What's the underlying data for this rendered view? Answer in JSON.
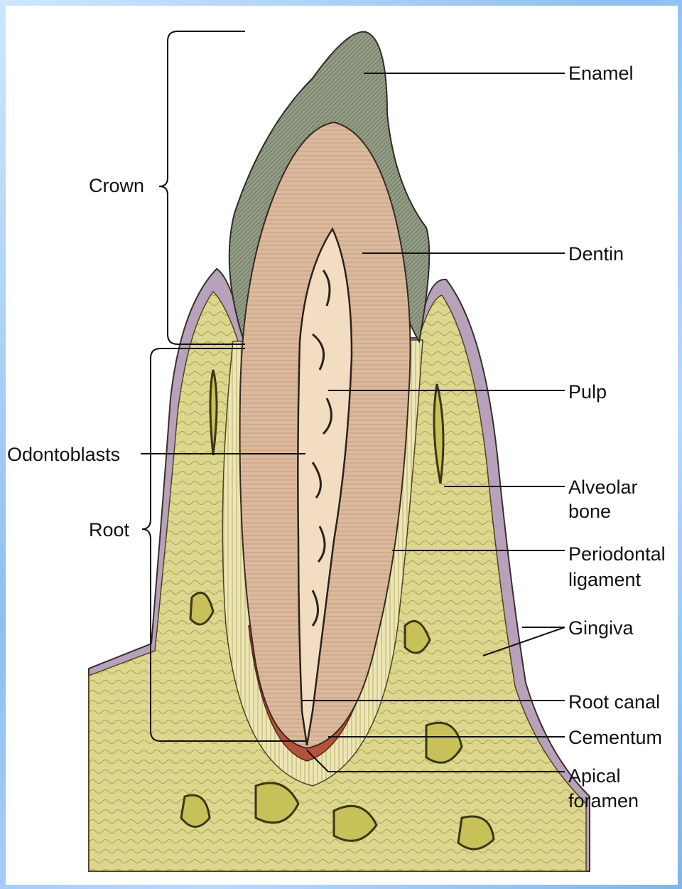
{
  "colors": {
    "frame": "#9cc7f0",
    "enamel": "#8f9a82",
    "dentin": "#dcb99a",
    "pulp": "#f2dcc0",
    "bone": "#dcd58a",
    "gingiva": "#b9a2bc",
    "cementum": "#b5523e",
    "ligament": "#e9e3b0"
  },
  "labels": {
    "crown": "Crown",
    "root": "Root",
    "odontoblasts": "Odontoblasts",
    "enamel": "Enamel",
    "dentin": "Dentin",
    "pulp": "Pulp",
    "alveolar_1": "Alveolar",
    "alveolar_2": "bone",
    "periodontal_1": "Periodontal",
    "periodontal_2": "ligament",
    "gingiva": "Gingiva",
    "root_canal": "Root canal",
    "cementum": "Cementum",
    "apical_1": "Apical",
    "apical_2": "foramen"
  }
}
